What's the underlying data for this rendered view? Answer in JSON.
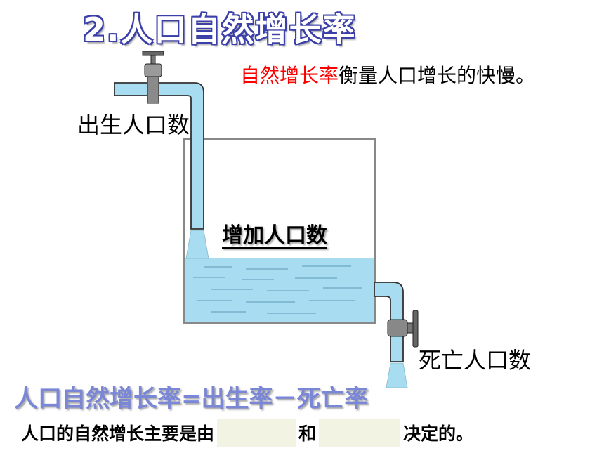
{
  "title": "2.人口自然增长率",
  "description": {
    "highlight": "自然增长率",
    "rest": "衡量人口增长的快慢。"
  },
  "labels": {
    "birth": "出生人口数",
    "increase": "增加人口数",
    "death": "死亡人口数"
  },
  "formula": "人口自然增长率=出生率－死亡率",
  "sentence": {
    "part1": "人口的自然增长主要是由",
    "part2": "和",
    "part3": "决定的。"
  },
  "colors": {
    "water": "#a8dcf0",
    "pipe": "#a8dcf0",
    "formula": "#7a86d6",
    "highlight": "#ff0000"
  }
}
